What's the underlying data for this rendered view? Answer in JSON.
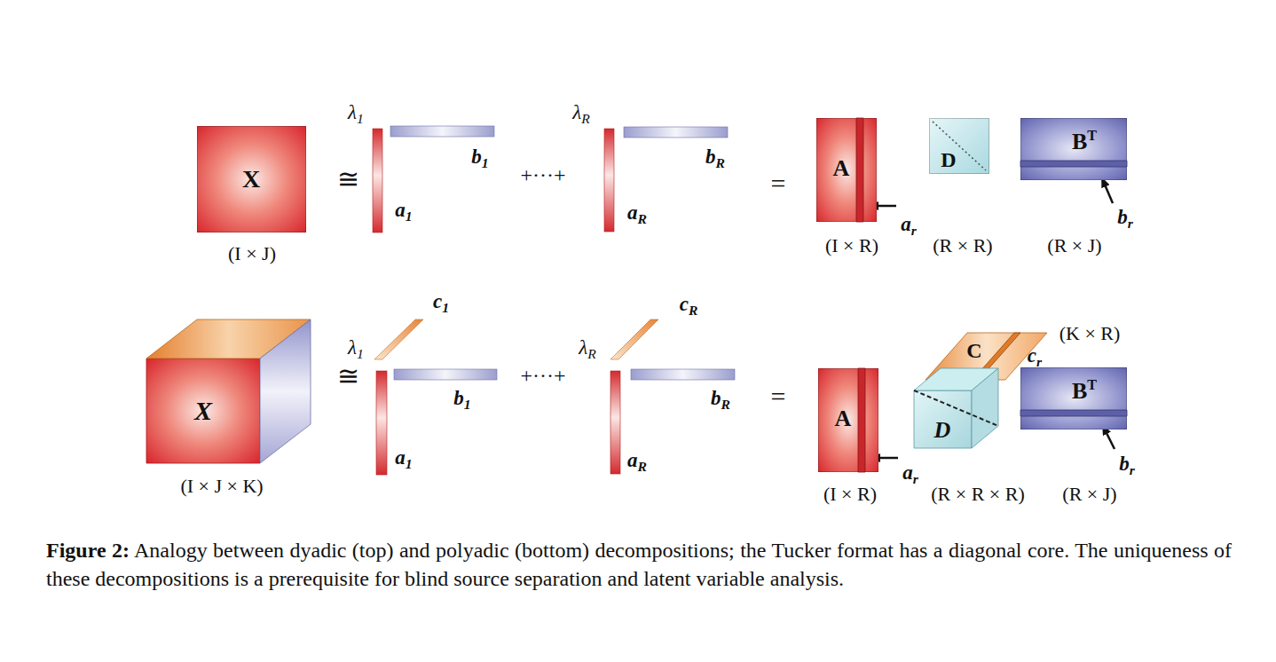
{
  "diagram": {
    "caption": "Figure 2: Analogy between dyadic (top) and polyadic (bottom) decompositions; the Tucker format has a diagonal core. The uniqueness of these decompositions is a prerequisite for blind source separation and latent variable analysis.",
    "nodes": [
      {
        "text": [
          "X"
        ]
      },
      {
        "text": [
          "A"
        ]
      },
      {
        "text": [
          "D"
        ]
      },
      {
        "text": [
          "BT"
        ]
      },
      {
        "text": [
          "X"
        ]
      },
      {
        "text": [
          "C"
        ]
      },
      {
        "text": [
          "A"
        ]
      },
      {
        "text": [
          "D"
        ]
      },
      {
        "text": [
          "BT"
        ]
      }
    ],
    "labels": [
      "(I × J)",
      "≅",
      "λ1",
      "b1",
      "a1",
      "+···+",
      "λR",
      "bR",
      "aR",
      "=",
      "ar",
      "br",
      "(I × R)",
      "(R × R)",
      "(R × J)",
      "c1",
      "cR",
      "(K × R)",
      "cr",
      "(I × J × K)",
      "≅",
      "λ1",
      "b1",
      "a1",
      "+···+",
      "λR",
      "bR",
      "aR",
      "=",
      "ar",
      "br",
      "(I × R)",
      "(R × R × R)",
      "(R × J)"
    ]
  }
}
